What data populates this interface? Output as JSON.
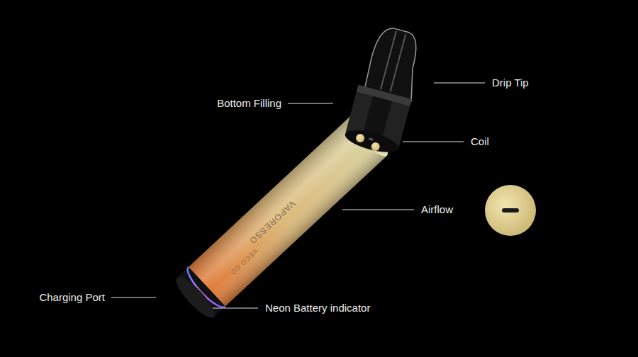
{
  "diagram": {
    "labels": [
      "Drip Tip",
      "Bottom Filling",
      "Coil",
      "Airflow",
      "Charging Port",
      "Neon Battery indicator",
      "VAPORESSO",
      "VECO GO"
    ]
  }
}
